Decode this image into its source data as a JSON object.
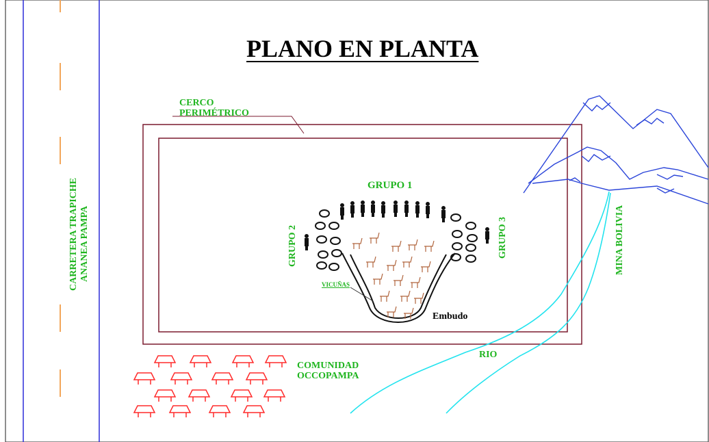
{
  "title": "PLANO EN PLANTA",
  "labels": {
    "fence_line1": "CERCO",
    "fence_line2": "PERIMÉTRICO",
    "group1": "GRUPO 1",
    "group2": "GRUPO 2",
    "group3": "GRUPO 3",
    "vicunas": "VICUÑAS",
    "funnel": "Embudo",
    "river": "RIO",
    "community_line1": "COMUNIDAD",
    "community_line2": "OCCOPAMPA",
    "mine": "MINA BOLIVIA",
    "road_line1": "CARRETERA TRAPICHE",
    "road_line2": "ANANEA PAMPA"
  },
  "colors": {
    "label_green": "#1fb51f",
    "fence": "#7a1a2e",
    "road_lines": "#2b2bd9",
    "road_dashes": "#f2a65a",
    "mountains": "#2b45d9",
    "river": "#22e3ee",
    "houses": "#ff2a2a",
    "vicunas": "#b0643c",
    "people": "#111111"
  }
}
